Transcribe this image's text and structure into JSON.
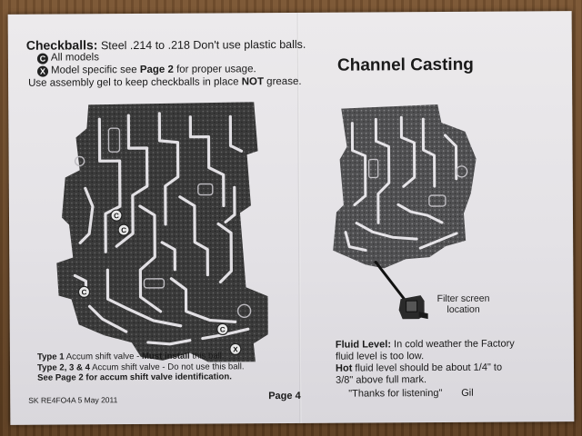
{
  "checkballs": {
    "heading": "Checkballs:",
    "spec": "Steel .214 to .218 Don't use plastic balls.",
    "all_models_symbol": "C",
    "all_models": "All models",
    "model_specific_symbol": "X",
    "model_specific_pre": "Model specific see ",
    "model_specific_page": "Page 2",
    "model_specific_post": " for proper usage.",
    "gel_pre": "Use assembly gel to keep checkballs in place ",
    "gel_not": "NOT",
    "gel_post": " grease."
  },
  "title": "Channel Casting",
  "casting_marks": {
    "c": "C",
    "x": "X"
  },
  "filter_label": {
    "line1": "Filter screen",
    "line2": "location"
  },
  "notes": {
    "type1_a": "Type 1",
    "type1_b": " Accum shift valve - ",
    "type1_c": "Must install",
    "type1_d": " this ball.",
    "type234_a": "Type 2, 3 & 4",
    "type234_b": " Accum shift valve - Do not use this ball.",
    "see_page": "See Page 2 for accum shift valve identification."
  },
  "footer": {
    "code": "SK RE4FO4A 5 May 2011",
    "page": "Page 4"
  },
  "fluid": {
    "label": "Fluid Level:",
    "line1_rest": " In cold weather the Factory",
    "line2": "fluid level is too low.",
    "hot_label": "Hot",
    "line3_rest": " fluid level should be about 1/4\" to",
    "line4": "3/8\" above full mark.",
    "thanks": "\"Thanks for listening\"",
    "signature": "Gil"
  }
}
